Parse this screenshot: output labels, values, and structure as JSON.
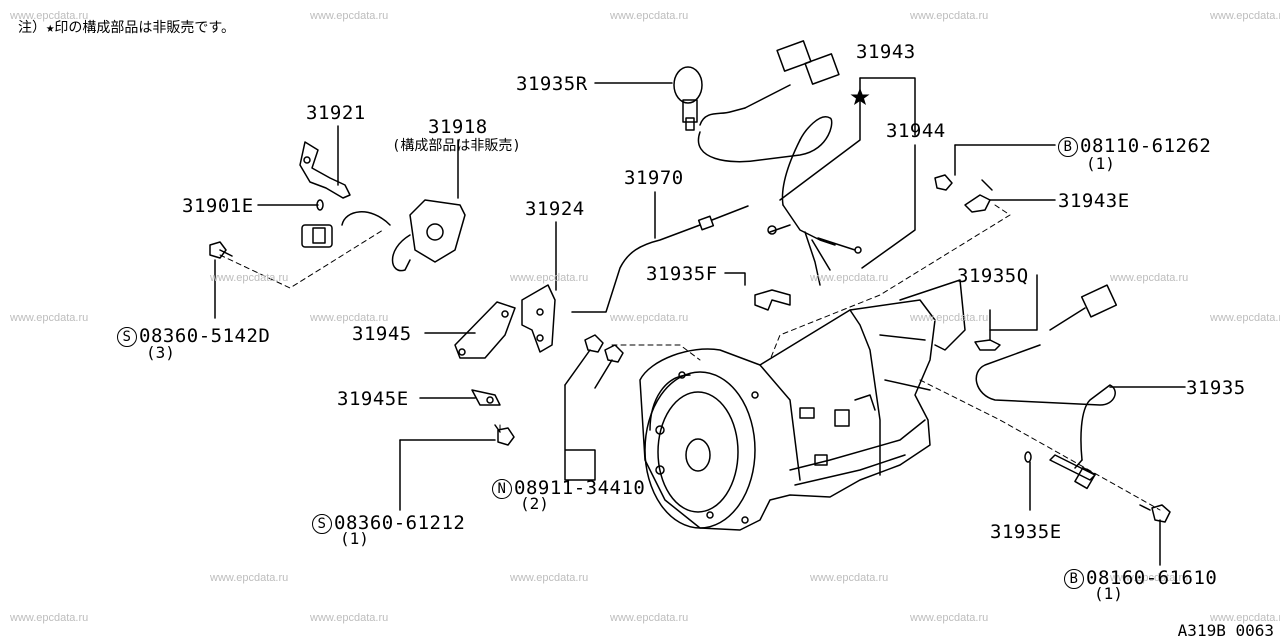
{
  "note": "注）★印の構成部品は非販売です。",
  "watermark": "www.epcdata.ru",
  "diagram_code": "A319B 0063",
  "parts": {
    "p31943": "31943",
    "p31935R": "31935R",
    "p31921": "31921",
    "p31918": "31918",
    "p31918_note": "(構成部品は非販売)",
    "p31944": "31944",
    "p31901E": "31901E",
    "p31924": "31924",
    "p31970": "31970",
    "p31943E": "31943E",
    "p31935F": "31935F",
    "p31935Q": "31935Q",
    "p31945": "31945",
    "p31945E": "31945E",
    "p31935": "31935",
    "p31935E": "31935E"
  },
  "fasteners": {
    "b1": {
      "prefix": "B",
      "number": "08110-61262",
      "qty": "(1)"
    },
    "s1": {
      "prefix": "S",
      "number": "08360-5142D",
      "qty": "(3)"
    },
    "n1": {
      "prefix": "N",
      "number": "08911-34410",
      "qty": "(2)"
    },
    "s2": {
      "prefix": "S",
      "number": "08360-61212",
      "qty": "(1)"
    },
    "b2": {
      "prefix": "B",
      "number": "08160-61610",
      "qty": "(1)"
    }
  }
}
